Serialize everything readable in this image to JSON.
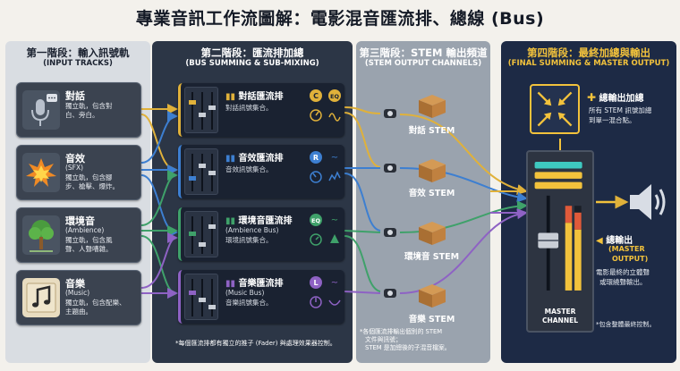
{
  "title": "專業音訊工作流圖解：電影混音匯流排、總線 (Bus)",
  "columns": [
    {
      "title": "第一階段：輸入訊號軌",
      "subtitle": "(INPUT TRACKS)"
    },
    {
      "title": "第二階段：匯流排加總",
      "subtitle": "(BUS SUMMING & SUB-MIXING)"
    },
    {
      "title": "第三階段：STEM 輸出頻道",
      "subtitle": "(STEM OUTPUT CHANNELS)"
    },
    {
      "title": "第四階段：最終加總與輸出",
      "subtitle": "(FINAL SUMMING & MASTER OUTPUT)"
    }
  ],
  "tracks": [
    {
      "name": "對話",
      "en": "",
      "desc1": "獨立軌，包含對",
      "desc2": "白、旁白。",
      "icon": "microphone-icon"
    },
    {
      "name": "音效",
      "en": "(SFX)",
      "desc1": "獨立軌，包含腳",
      "desc2": "步、槍擊、爆炸。",
      "icon": "explosion-icon"
    },
    {
      "name": "環境音",
      "en": "(Ambience)",
      "desc1": "獨立軌，包含風",
      "desc2": "聲、人聲嘈雜。",
      "icon": "tree-icon"
    },
    {
      "name": "音樂",
      "en": "(Music)",
      "desc1": "獨立軌，包含配樂、",
      "desc2": "主題曲。",
      "icon": "music-note-icon"
    }
  ],
  "buses": [
    {
      "name": "對話匯流排",
      "en": "",
      "desc": "對話訊號集合。",
      "color": "#e0b13a",
      "knobs": [
        "C",
        "EQ"
      ]
    },
    {
      "name": "音效匯流排",
      "en": "",
      "desc": "音效訊號集合。",
      "color": "#3d7fd1",
      "knobs": [
        "R",
        "~"
      ]
    },
    {
      "name": "環境音匯流排",
      "en": "(Ambience Bus)",
      "desc": "環境訊號集合。",
      "color": "#3fa16a",
      "knobs": [
        "EQ",
        "~"
      ]
    },
    {
      "name": "音樂匯流排",
      "en": "(Music Bus)",
      "desc": "音樂訊號集合。",
      "color": "#8e62c4",
      "knobs": [
        "L",
        "~"
      ]
    }
  ],
  "bus_note": "*每個匯流排都有獨立的推子 (Fader) 與處理效果器控制。",
  "stems": [
    "對話 STEM",
    "音效 STEM",
    "環境音 STEM",
    "音樂 STEM"
  ],
  "stem_note": {
    "line1": "*各個匯流排輸出個別的 STEM",
    "line2": "文件與訊號；",
    "line3": "STEM 是加總後的子混音檔案。"
  },
  "master": {
    "sum_title": "總輸出加總",
    "sum_desc1": "所有 STEM 訊號加總",
    "sum_desc2": "到單一混合點。",
    "channel_label1": "MASTER",
    "channel_label2": "CHANNEL",
    "out_title": "總輸出",
    "out_en1": "(MASTER",
    "out_en2": "OUTPUT)",
    "out_desc1": "電影最終的立體聲",
    "out_desc2": "或環繞聲輸出。",
    "note": "*包含整體最終控制。"
  },
  "colors": {
    "dialog": "#e0b13a",
    "sfx": "#3d7fd1",
    "ambience": "#3fa16a",
    "music": "#8e62c4",
    "master_gold": "#f2c23c",
    "panel_dark": "#202a3b"
  }
}
